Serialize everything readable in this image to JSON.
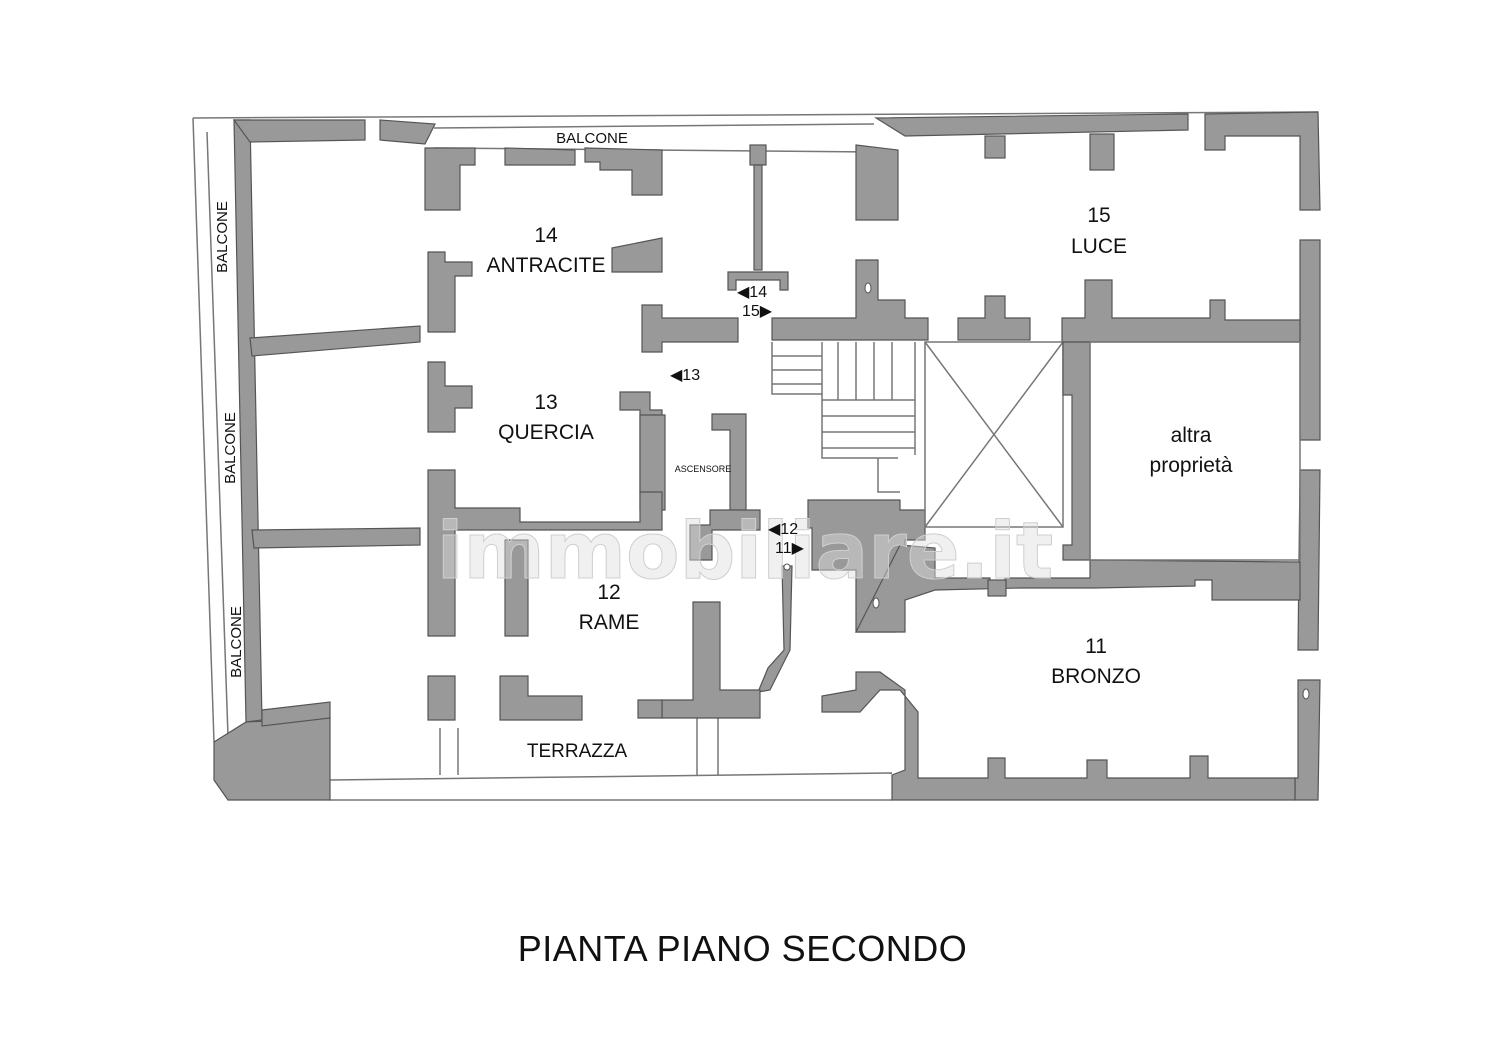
{
  "caption": "PIANTA PIANO SECONDO",
  "watermark": "immobiliare.it",
  "rooms": [
    {
      "number": "14",
      "name": "ANTRACITE"
    },
    {
      "number": "15",
      "name": "LUCE"
    },
    {
      "number": "13",
      "name": "QUERCIA"
    },
    {
      "number": "12",
      "name": "RAME"
    },
    {
      "number": "11",
      "name": "BRONZO"
    }
  ],
  "other_property": {
    "line1": "altra",
    "line2": "proprietà"
  },
  "labels": {
    "balcone": "BALCONE",
    "terrazza": "TERRAZZA",
    "ascensore": "ASCENSORE"
  },
  "door_markers": {
    "d14": "◀14",
    "d15": "15▶",
    "d13": "◀13",
    "d12": "◀12",
    "d11": "11▶"
  }
}
